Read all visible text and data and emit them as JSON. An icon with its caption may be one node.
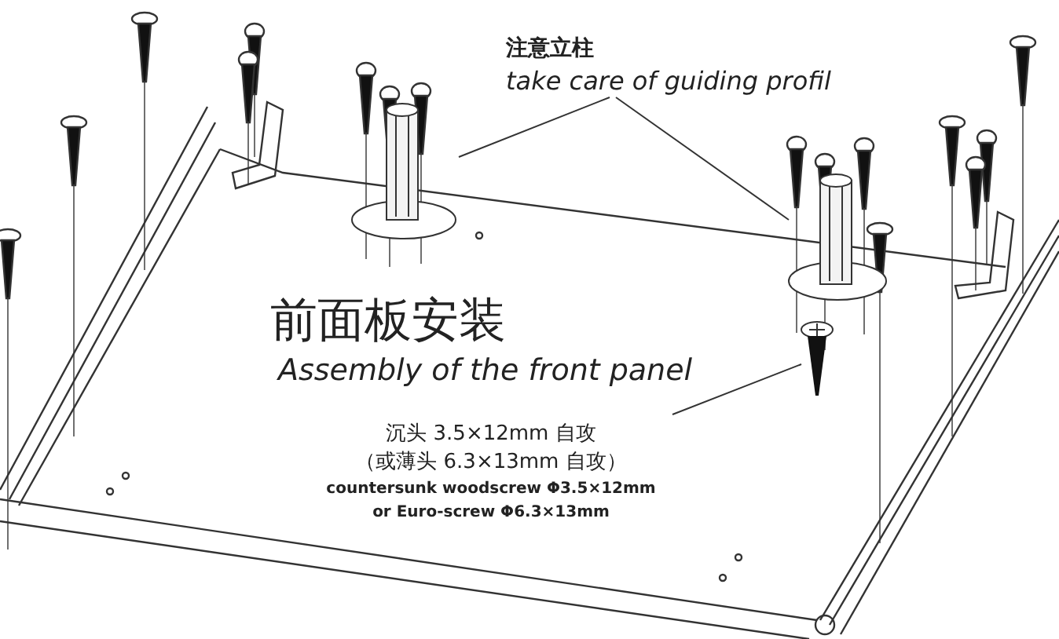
{
  "diagram": {
    "nodes": [
      {
        "text": [
          "注意立柱",
          "take care of guiding profil"
        ]
      },
      {
        "text": [],
        "shape": "picture"
      },
      {
        "text": [],
        "shape": "picture"
      },
      {
        "text": [
          "沉头 3.5×12mm 自攻",
          "（或薄头 6.3×13mm 自攻）",
          "countersunk woodscrew Φ3.5×12mm",
          "or Euro-screw Φ6.3×13mm"
        ]
      },
      {
        "text": [],
        "shape": "picture"
      }
    ],
    "edges": [
      {
        "from": 0,
        "to": 1,
        "arrow": "none"
      },
      {
        "from": 0,
        "to": 2,
        "arrow": "none"
      },
      {
        "from": 3,
        "to": 4,
        "arrow": "none"
      }
    ],
    "labels": [
      "前面板安装",
      "Assembly of the front panel"
    ]
  }
}
